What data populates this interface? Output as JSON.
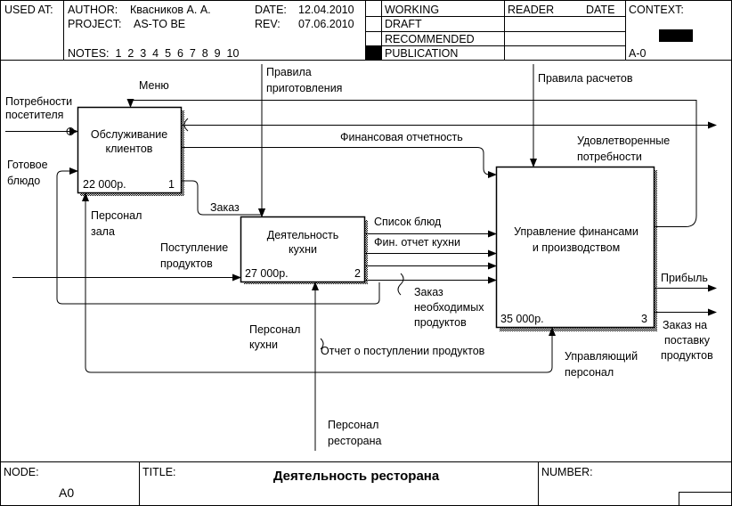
{
  "header": {
    "used_at": "USED AT:",
    "author_label": "AUTHOR:",
    "author": "Квасников А. А.",
    "project_label": "PROJECT:",
    "project": "AS-TO BE",
    "date_label": "DATE:",
    "date": "12.04.2010",
    "rev_label": "REV:",
    "rev": "07.06.2010",
    "notes": "NOTES:  1  2  3  4  5  6  7  8  9  10",
    "status": [
      "WORKING",
      "DRAFT",
      "RECOMMENDED",
      "PUBLICATION"
    ],
    "reader": "READER",
    "date_col": "DATE",
    "context": "CONTEXT:",
    "context_id": "A-0"
  },
  "boxes": [
    {
      "id": "box1",
      "title": [
        "Обслуживание",
        "клиентов"
      ],
      "cost": "22 000р.",
      "num": "1"
    },
    {
      "id": "box2",
      "title": [
        "Деятельность",
        "кухни"
      ],
      "cost": "27 000р.",
      "num": "2"
    },
    {
      "id": "box3",
      "title": [
        "Управление финансами",
        "и производством"
      ],
      "cost": "35 000р.",
      "num": "3"
    }
  ],
  "arrows": {
    "potrebnosti": [
      "Потребности",
      "посетителя"
    ],
    "gotovoe": [
      "Готовое",
      "блюдо"
    ],
    "menu": "Меню",
    "pravila_prig": [
      "Правила",
      "приготовления"
    ],
    "pravila_rasch": "Правила расчетов",
    "fin_otch": "Финансовая отчетность",
    "udovl": [
      "Удовлетворенные",
      "потребности"
    ],
    "zakaz": "Заказ",
    "personal_zala": [
      "Персонал",
      "зала"
    ],
    "postuplenie": [
      "Поступление",
      "продуктов"
    ],
    "spisok": "Список блюд",
    "fin_kuhni": "Фин. отчет кухни",
    "zakaz_neobh": [
      "Заказ",
      "необходимых",
      "продуктов"
    ],
    "personal_kuhni": [
      "Персонал",
      "кухни"
    ],
    "otchet_post": "Отчет о поступлении продуктов",
    "upr_personal": [
      "Управляющий",
      "персонал"
    ],
    "personal_rest": [
      "Персонал",
      "ресторана"
    ],
    "pribyl": "Прибыль",
    "zakaz_post": [
      "Заказ на",
      "поставку",
      "продуктов"
    ]
  },
  "footer": {
    "node_label": "NODE:",
    "node": "A0",
    "title_label": "TITLE:",
    "title": "Деятельность ресторана",
    "number_label": "NUMBER:"
  }
}
